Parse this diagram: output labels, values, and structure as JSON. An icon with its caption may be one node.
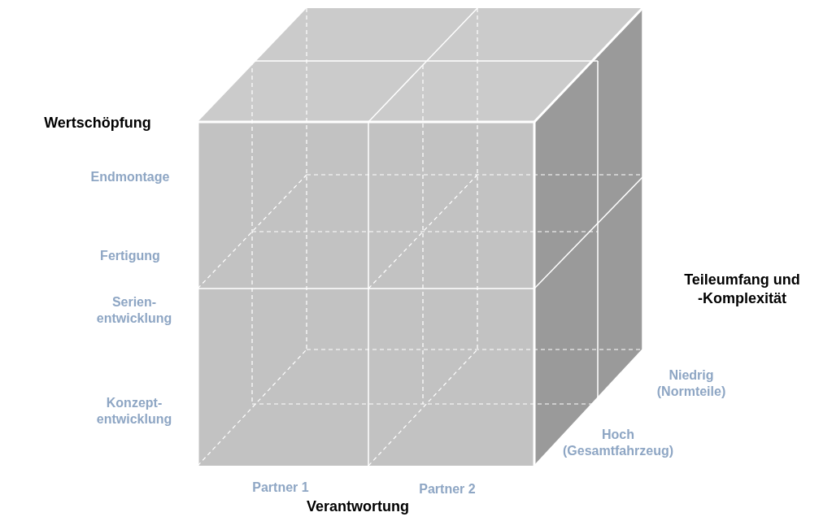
{
  "diagram": {
    "labels": [
      "Wertschöpfung",
      "Endmontage",
      "Fertigung",
      "Serien- entwicklung",
      "Konzept- entwicklung",
      "Teileumfang und -Komplexität",
      "Niedrig (Normteile)",
      "Hoch (Gesamtfahrzeug)",
      "Partner 1",
      "Partner 2",
      "Verantwortung"
    ]
  }
}
